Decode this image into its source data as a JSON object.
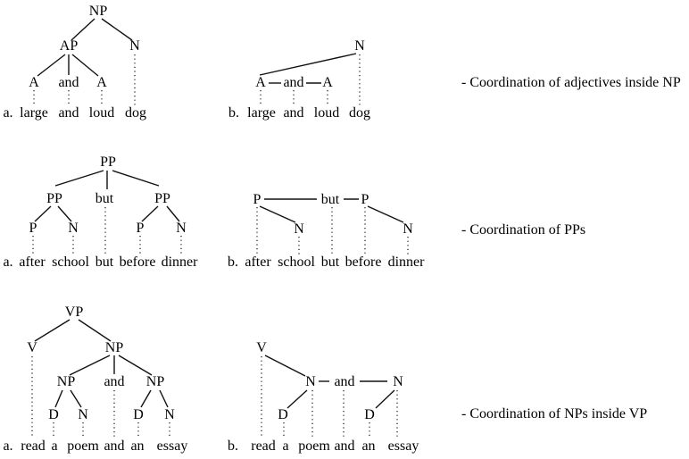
{
  "figure": {
    "rows": [
      {
        "caption": "- Coordination of adjectives inside NP",
        "a": {
          "item": "a.",
          "nodes": {
            "root": "NP",
            "phrase": "AP",
            "head": "N",
            "c1": "A",
            "conj": "and",
            "c2": "A"
          },
          "words": {
            "w1": "large",
            "w2": "and",
            "w3": "loud",
            "w4": "dog"
          }
        },
        "b": {
          "item": "b.",
          "nodes": {
            "c1": "A",
            "conj": "and",
            "c2": "A",
            "head": "N"
          },
          "words": {
            "w1": "large",
            "w2": "and",
            "w3": "loud",
            "w4": "dog"
          }
        }
      },
      {
        "caption": "- Coordination of PPs",
        "a": {
          "item": "a.",
          "nodes": {
            "root": "PP",
            "left": "PP",
            "conj": "but",
            "right": "PP",
            "p1": "P",
            "n1": "N",
            "p2": "P",
            "n2": "N"
          },
          "words": {
            "w1": "after",
            "w2": "school",
            "w3": "but",
            "w4": "before",
            "w5": "dinner"
          }
        },
        "b": {
          "item": "b.",
          "nodes": {
            "p1": "P",
            "conj": "but",
            "p2": "P",
            "n1": "N",
            "n2": "N"
          },
          "words": {
            "w1": "after",
            "w2": "school",
            "w3": "but",
            "w4": "before",
            "w5": "dinner"
          }
        }
      },
      {
        "caption": "- Coordination of NPs inside VP",
        "a": {
          "item": "a.",
          "nodes": {
            "root": "VP",
            "v": "V",
            "obj": "NP",
            "np1": "NP",
            "conj": "and",
            "np2": "NP",
            "d1": "D",
            "n1": "N",
            "d2": "D",
            "n2": "N"
          },
          "words": {
            "w1": "read",
            "w2": "a",
            "w3": "poem",
            "w4": "and",
            "w5": "an",
            "w6": "essay"
          }
        },
        "b": {
          "item": "b.",
          "nodes": {
            "v": "V",
            "n1": "N",
            "conj": "and",
            "n2": "N",
            "d1": "D",
            "d2": "D"
          },
          "words": {
            "w1": "read",
            "w2": "a",
            "w3": "poem",
            "w4": "and",
            "w5": "an",
            "w6": "essay"
          }
        }
      }
    ]
  }
}
